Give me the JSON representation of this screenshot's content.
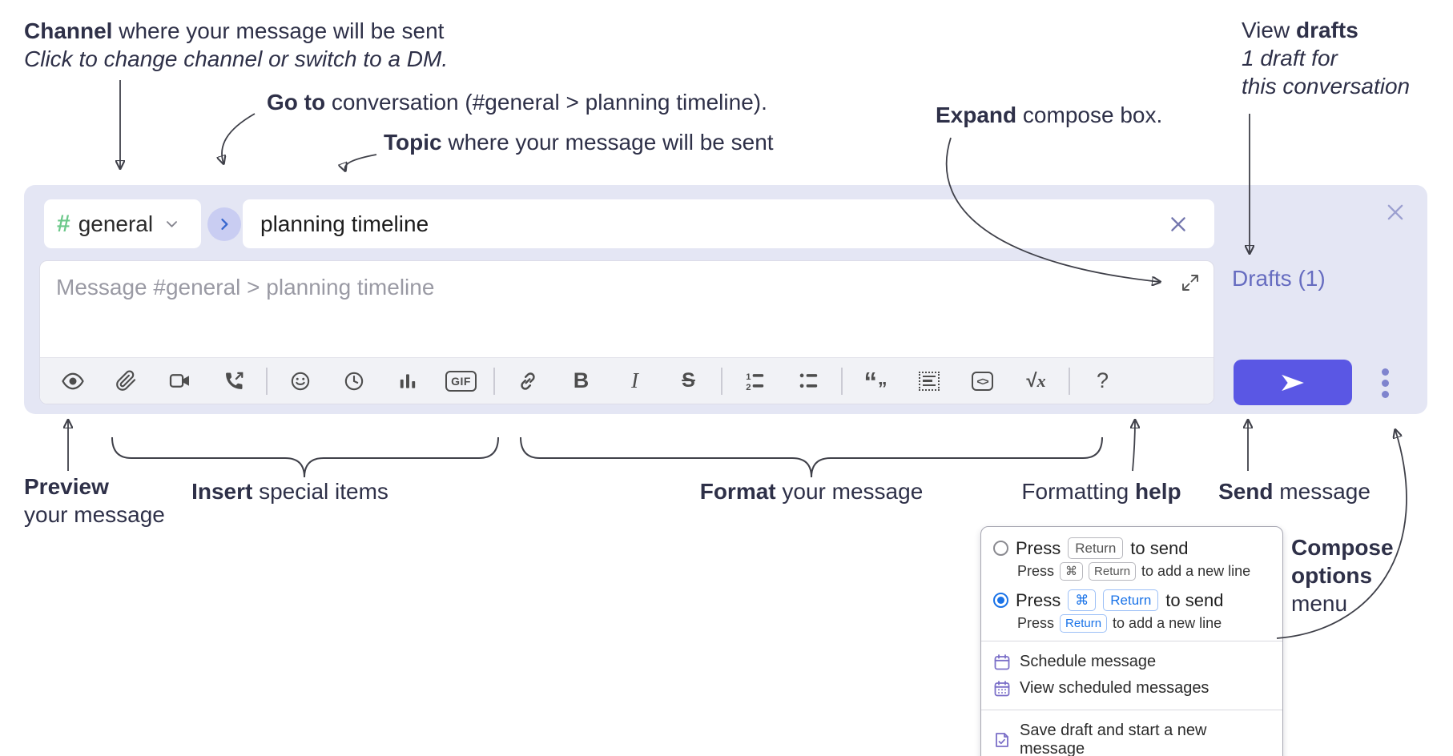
{
  "annotations": {
    "channel": {
      "bold": "Channel",
      "rest": " where your message will be sent"
    },
    "channel_hint": "Click to change channel or switch to a DM.",
    "goto": {
      "bold": "Go to",
      "rest": " conversation (#general > planning timeline)."
    },
    "topic": {
      "bold": "Topic",
      "rest": " where your message will be sent"
    },
    "view_drafts": {
      "pre": "View ",
      "bold": "drafts",
      "line2": "1 draft for",
      "line3": "this conversation"
    },
    "expand": {
      "bold": "Expand",
      "rest": " compose box."
    },
    "preview": {
      "bold": "Preview",
      "line2": "your message"
    },
    "insert": {
      "bold": "Insert",
      "rest": " special items"
    },
    "format": {
      "bold": "Format",
      "rest": " your message"
    },
    "formatting_help": {
      "pre": "Formatting ",
      "bold": "help"
    },
    "send": {
      "bold": "Send",
      "rest": " message"
    },
    "compose_options": {
      "line1": "Compose",
      "line2": "options",
      "line3": "menu"
    }
  },
  "compose": {
    "channel_hash": "#",
    "channel_name": "general",
    "topic_value": "planning timeline",
    "message_placeholder": "Message #general > planning timeline",
    "drafts_label": "Drafts (1)",
    "toolbar": {
      "gif_label": "GIF",
      "bold_label": "B",
      "italic_label": "I",
      "strike_label": "S",
      "ol_num1": "1",
      "ol_num2": "2",
      "quote_open": "“",
      "quote_close": "”",
      "code_label": "<>",
      "sqrt_label": "√",
      "math_x_label": "x",
      "help_label": "?"
    },
    "toolbar_icon_names": [
      "preview-eye",
      "attach-paperclip",
      "video-call",
      "audio-call",
      "emoji",
      "global-time",
      "poll",
      "gif",
      "link",
      "bold",
      "italic",
      "strikethrough",
      "numbered-list",
      "bulleted-list",
      "quote",
      "spoiler",
      "code",
      "math",
      "help"
    ]
  },
  "popup": {
    "option1": {
      "press": "Press",
      "key": "Return",
      "rest": "to send"
    },
    "option1_sub": {
      "press": "Press",
      "key_cmd": "⌘",
      "key_return": "Return",
      "rest": "to add a new line"
    },
    "option2": {
      "press": "Press",
      "key_cmd": "⌘",
      "key_return": "Return",
      "rest": "to send"
    },
    "option2_sub": {
      "press": "Press",
      "key_return": "Return",
      "rest": "to add a new line"
    },
    "schedule_label": "Schedule message",
    "view_scheduled_label": "View scheduled messages",
    "save_draft_label": "Save draft and start a new message"
  },
  "colors": {
    "compose_bg": "#e4e6f4",
    "send_button": "#5a57e4",
    "drafts_link": "#666cc0",
    "channel_hash_green": "#6cc88a",
    "goto_circle_bg": "#c9cdf2",
    "goto_chevron_blue": "#3968cf",
    "radio_selected_blue": "#1a73e8",
    "menu_icon_purple": "#7b6fc8",
    "annotation_text": "#2e3048"
  }
}
